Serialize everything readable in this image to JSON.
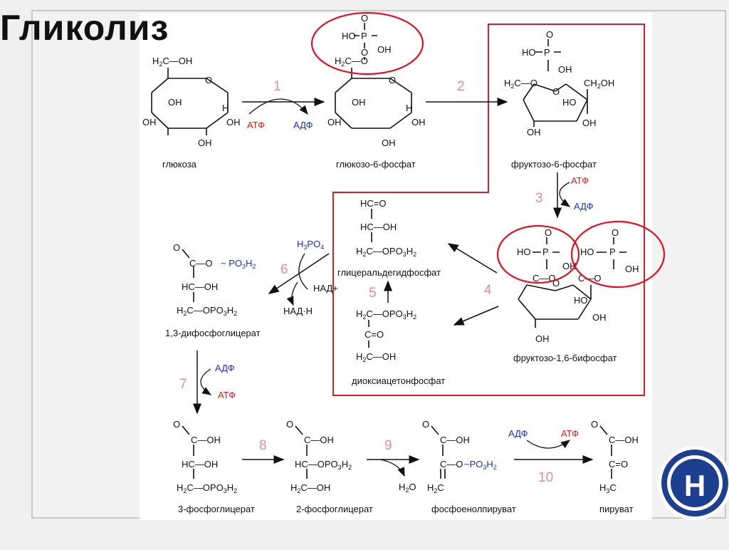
{
  "title": "Гликолиз",
  "compounds": {
    "glucose": "глюкоза",
    "g6p": "глюкозо-6-фосфат",
    "f6p": "фруктозо-6-фосфат",
    "f16bp": "фруктозо-1,6-бифосфат",
    "gap": "глицеральдегидфосфат",
    "dhap": "диоксиацетонфосфат",
    "bpg13": "1,3-дифосфоглицерат",
    "pg3": "3-фосфоглицерат",
    "pg2": "2-фосфоглицерат",
    "pep": "фосфоенолпируват",
    "pyruvate": "пируват"
  },
  "steps": [
    "1",
    "2",
    "3",
    "4",
    "5",
    "6",
    "7",
    "8",
    "9",
    "10"
  ],
  "cofactors": {
    "atf": "АТФ",
    "adf": "АДФ",
    "h3po4": "H3PO4",
    "nad": "НАД+",
    "nadh": "НАД·Н",
    "h2o": "H2O"
  },
  "colors": {
    "atf": "#e31b1b",
    "adf": "#1a2fcf",
    "step_number": "#e78b9e",
    "highlight": "#e01020"
  },
  "logo": {
    "name": "hse-logo",
    "letter": "Н"
  }
}
